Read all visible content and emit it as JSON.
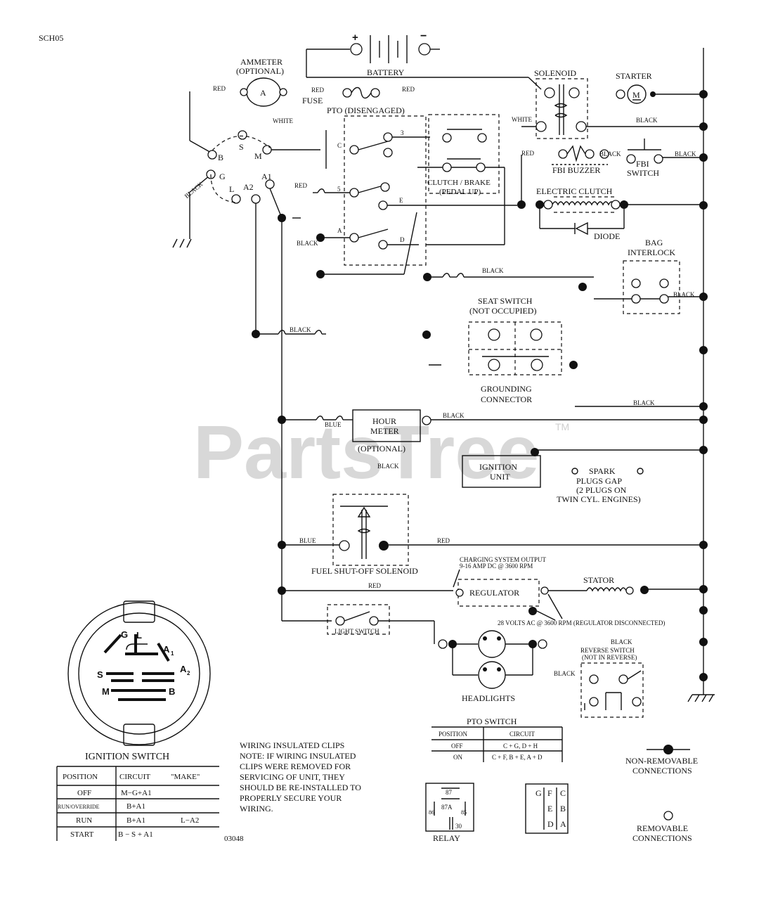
{
  "diagram": {
    "code": "SCH05",
    "part_number": "03048",
    "watermark": "PartsTree",
    "watermark_tm": "TM",
    "components": {
      "battery": "BATTERY",
      "battery_plus": "+",
      "battery_minus": "−",
      "ammeter_title": "AMMETER",
      "ammeter_sub": "(OPTIONAL)",
      "ammeter_letter": "A",
      "fuse": "FUSE",
      "pto": "PTO (DISENGAGED)",
      "solenoid": "SOLENOID",
      "starter": "STARTER",
      "starter_letter": "M",
      "fbi_buzzer": "FBI BUZZER",
      "fbi_switch_1": "FBI",
      "fbi_switch_2": "SWITCH",
      "clutch_brake_1": "CLUTCH / BRAKE",
      "clutch_brake_2": "(PEDAL UP)",
      "electric_clutch": "ELECTRIC CLUTCH",
      "diode": "DIODE",
      "bag_interlock_1": "BAG",
      "bag_interlock_2": "INTERLOCK",
      "seat_switch_1": "SEAT SWITCH",
      "seat_switch_2": "(NOT OCCUPIED)",
      "grounding_1": "GROUNDING",
      "grounding_2": "CONNECTOR",
      "hour_meter_1": "HOUR",
      "hour_meter_2": "METER",
      "hour_meter_3": "(OPTIONAL)",
      "ignition_unit_1": "IGNITION",
      "ignition_unit_2": "UNIT",
      "spark_1": "SPARK",
      "spark_2": "PLUGS GAP",
      "spark_3": "(2 PLUGS ON",
      "spark_4": "TWIN CYL. ENGINES)",
      "fuel_solenoid": "FUEL SHUT-OFF SOLENOID",
      "charging_1": "CHARGING SYSTEM OUTPUT",
      "charging_2": "9-16 AMP DC @ 3600 RPM",
      "regulator": "REGULATOR",
      "stator": "STATOR",
      "ac_volts": "28 VOLTS AC @ 3600 RPM (REGULATOR DISCONNECTED)",
      "light_switch": "LIGHT SWITCH",
      "headlights": "HEADLIGHTS",
      "reverse_1": "REVERSE SWITCH",
      "reverse_2": "(NOT IN REVERSE)",
      "ignition_switch": "IGNITION SWITCH",
      "relay": "RELAY"
    },
    "terminal_labels": {
      "b": "B",
      "s": "S",
      "m": "M",
      "g": "G",
      "l": "L",
      "a2": "A2",
      "a1": "A1",
      "p3": "3",
      "pc": "C",
      "p5": "5",
      "pe": "E",
      "pa": "A",
      "pd": "D"
    },
    "wire_colors": {
      "red": "RED",
      "white": "WHITE",
      "black": "BLACK",
      "blue": "BLUE"
    },
    "ign_face": {
      "g": "G",
      "l": "L",
      "a1": "A",
      "a1_sub": "1",
      "s": "S",
      "a2": "A",
      "a2_sub": "2",
      "m": "M",
      "b": "B"
    },
    "relay_pins": {
      "p87": "87",
      "p87a": "87A",
      "p86": "86",
      "p85": "85",
      "p30": "30"
    },
    "connector_grid": [
      "G",
      "F",
      "C",
      "E",
      "B",
      "D",
      "A"
    ],
    "notes": [
      "WIRING INSULATED CLIPS",
      "NOTE: IF WIRING INSULATED",
      "CLIPS WERE REMOVED FOR",
      "SERVICING OF UNIT, THEY",
      "SHOULD BE RE-INSTALLED TO",
      "PROPERLY SECURE YOUR",
      "WIRING."
    ],
    "legend": {
      "non_removable_1": "NON-REMOVABLE",
      "non_removable_2": "CONNECTIONS",
      "removable_1": "REMOVABLE",
      "removable_2": "CONNECTIONS"
    }
  },
  "ignition_table": {
    "headers": [
      "POSITION",
      "CIRCUIT",
      "\"MAKE\""
    ],
    "rows": [
      [
        "OFF",
        "M−G+A1",
        ""
      ],
      [
        "RUN/OVERRIDE",
        "B+A1",
        ""
      ],
      [
        "RUN",
        "B+A1",
        "L−A2"
      ],
      [
        "START",
        "B − S + A1",
        ""
      ]
    ]
  },
  "pto_table": {
    "title": "PTO SWITCH",
    "headers": [
      "POSITION",
      "CIRCUIT"
    ],
    "rows": [
      [
        "OFF",
        "C + G, D + H"
      ],
      [
        "ON",
        "C + F, B + E, A + D"
      ]
    ]
  }
}
